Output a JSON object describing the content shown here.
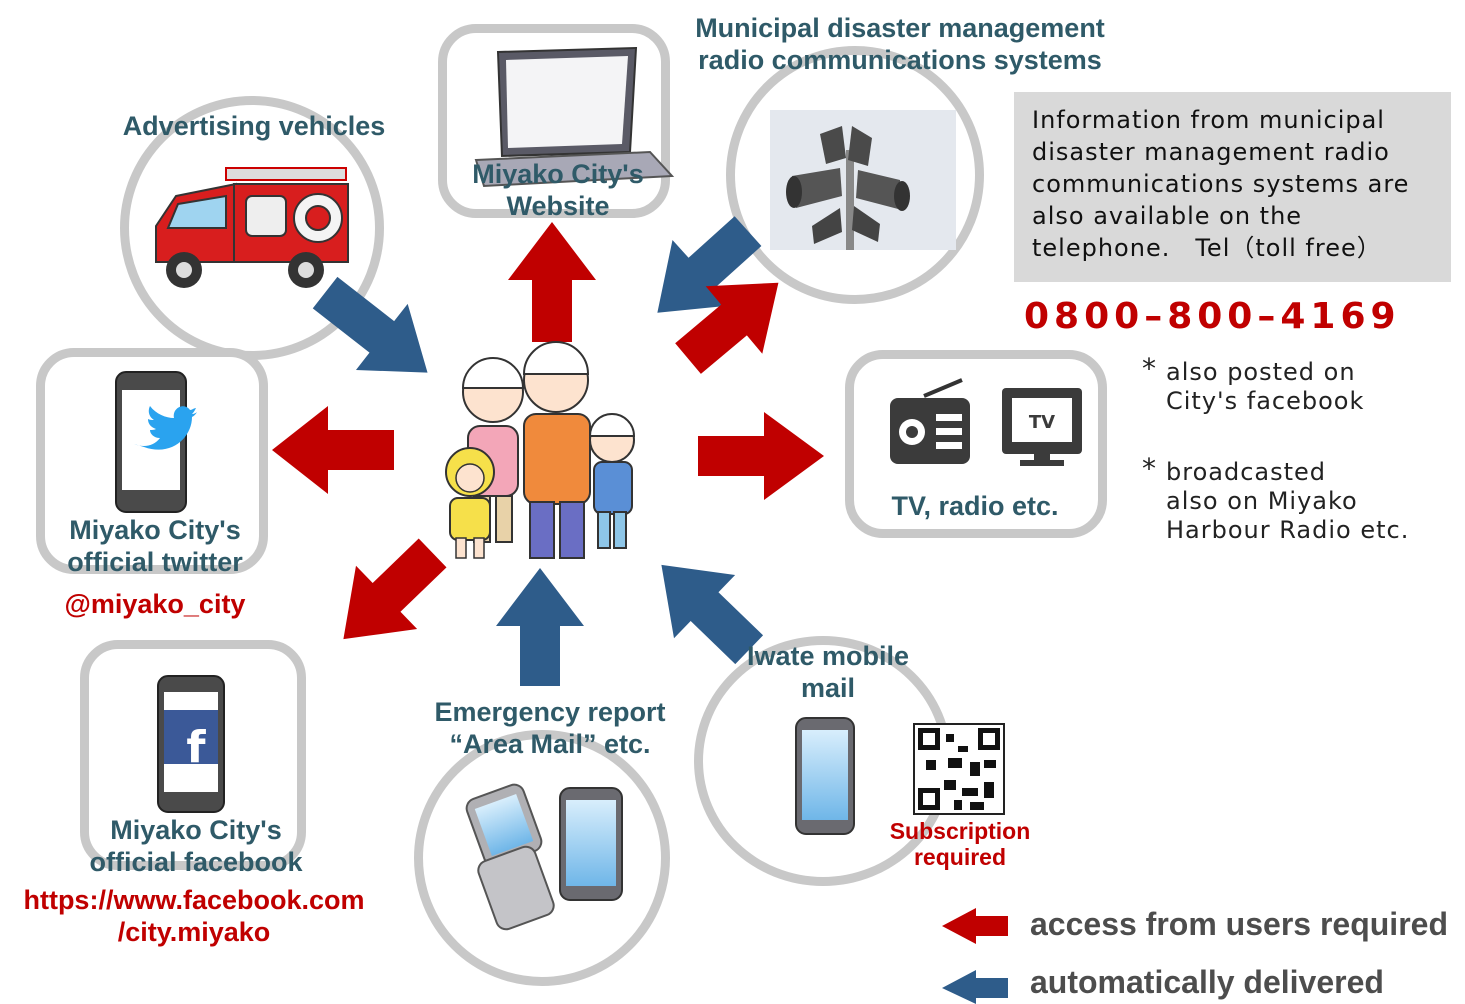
{
  "nodes": {
    "website": {
      "label": "Miyako City's\nWebsite"
    },
    "radio_system": {
      "label": "Municipal disaster management\nradio communications systems"
    },
    "vehicles": {
      "label": "Advertising vehicles"
    },
    "twitter": {
      "label": "Miyako City's\nofficial twitter",
      "handle": "@miyako_city"
    },
    "tv_radio": {
      "label": "TV, radio etc."
    },
    "facebook": {
      "label": "Miyako City's\nofficial facebook",
      "url": "https://www.facebook.com\n/city.miyako"
    },
    "area_mail": {
      "label": "Emergency report\n“Area Mail” etc."
    },
    "iwate_mail": {
      "label": "Iwate mobile\nmail",
      "note": "Subscription\nrequired"
    }
  },
  "info": {
    "text": "Information from municipal disaster management radio communications systems are also available on the telephone.　Tel（toll free）",
    "phone": "0800–800–4169"
  },
  "notes": [
    "also posted on\nCity's facebook",
    "broadcasted\nalso on Miyako\nHarbour Radio etc."
  ],
  "legend": {
    "red_label": "access from users required",
    "blue_label": "automatically delivered"
  },
  "colors": {
    "red_arrow": "#c00000",
    "blue_arrow": "#2e5c8a",
    "ring": "#c8c8c8",
    "label": "#2f5a68",
    "phone": "#c00000"
  },
  "icons": [
    "family-icon",
    "laptop-icon",
    "loudspeaker-icon",
    "fire-truck-icon",
    "twitter-phone-icon",
    "radio-icon",
    "tv-icon",
    "facebook-phone-icon",
    "flip-phone-icon",
    "smartphone-icon",
    "qr-code-icon"
  ]
}
